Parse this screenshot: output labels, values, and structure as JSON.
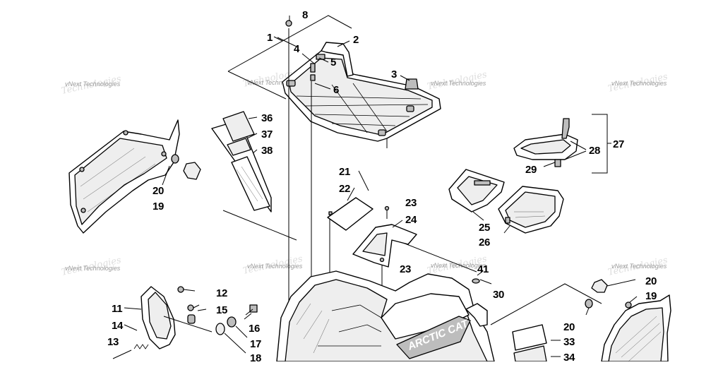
{
  "diagram": {
    "watermark_text": "vNext Technologies",
    "watermark_script": "Technologies",
    "decal_text": "ARCTIC CAT",
    "callouts": [
      {
        "id": "c1",
        "text": "1"
      },
      {
        "id": "c2",
        "text": "2"
      },
      {
        "id": "c3",
        "text": "3"
      },
      {
        "id": "c4",
        "text": "4"
      },
      {
        "id": "c5",
        "text": "5"
      },
      {
        "id": "c6",
        "text": "6"
      },
      {
        "id": "c8",
        "text": "8"
      },
      {
        "id": "c11",
        "text": "11"
      },
      {
        "id": "c12",
        "text": "12"
      },
      {
        "id": "c13",
        "text": "13"
      },
      {
        "id": "c14",
        "text": "14"
      },
      {
        "id": "c15",
        "text": "15"
      },
      {
        "id": "c16",
        "text": "16"
      },
      {
        "id": "c17",
        "text": "17"
      },
      {
        "id": "c18",
        "text": "18"
      },
      {
        "id": "c19a",
        "text": "19"
      },
      {
        "id": "c19b",
        "text": "19"
      },
      {
        "id": "c20a",
        "text": "20"
      },
      {
        "id": "c20b",
        "text": "20"
      },
      {
        "id": "c20c",
        "text": "20"
      },
      {
        "id": "c21",
        "text": "21"
      },
      {
        "id": "c22",
        "text": "22"
      },
      {
        "id": "c23a",
        "text": "23"
      },
      {
        "id": "c23b",
        "text": "23"
      },
      {
        "id": "c24",
        "text": "24"
      },
      {
        "id": "c25",
        "text": "25"
      },
      {
        "id": "c26",
        "text": "26"
      },
      {
        "id": "c27",
        "text": "27"
      },
      {
        "id": "c28",
        "text": "28"
      },
      {
        "id": "c29",
        "text": "29"
      },
      {
        "id": "c30",
        "text": "30"
      },
      {
        "id": "c33",
        "text": "33"
      },
      {
        "id": "c34",
        "text": "34"
      },
      {
        "id": "c36",
        "text": "36"
      },
      {
        "id": "c37",
        "text": "37"
      },
      {
        "id": "c38",
        "text": "38"
      },
      {
        "id": "c41",
        "text": "41"
      }
    ]
  }
}
